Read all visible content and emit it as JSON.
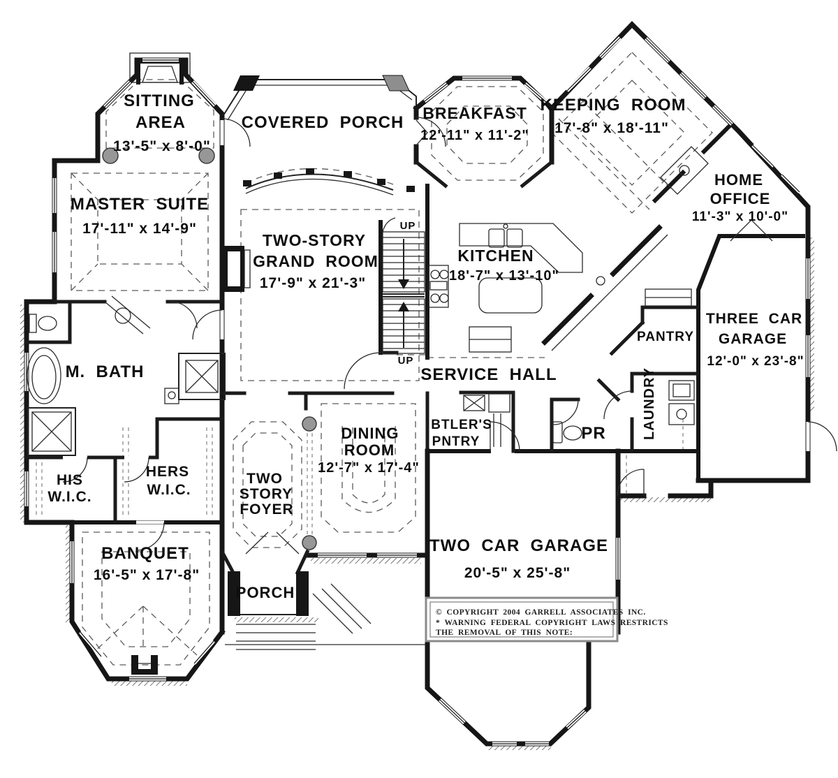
{
  "plan": {
    "rooms": [
      {
        "id": "sitting-area",
        "lines": [
          "SITTING",
          "AREA"
        ],
        "dims": "13'-5\" x 8'-0\""
      },
      {
        "id": "master-suite",
        "lines": [
          "MASTER  SUITE"
        ],
        "dims": "17'-11\" x 14'-9\""
      },
      {
        "id": "covered-porch",
        "lines": [
          "COVERED  PORCH"
        ],
        "dims": ""
      },
      {
        "id": "breakfast",
        "lines": [
          "BREAKFAST"
        ],
        "dims": "12'-11\" x 11'-2\""
      },
      {
        "id": "keeping-room",
        "lines": [
          "KEEPING  ROOM"
        ],
        "dims": "17'-8\" x 18'-11\""
      },
      {
        "id": "home-office",
        "lines": [
          "HOME",
          "OFFICE"
        ],
        "dims": "11'-3\" x 10'-0\""
      },
      {
        "id": "grand-room",
        "lines": [
          "TWO-STORY",
          "GRAND  ROOM"
        ],
        "dims": "17'-9\" x 21'-3\""
      },
      {
        "id": "kitchen",
        "lines": [
          "KITCHEN"
        ],
        "dims": "18'-7\" x 13'-10\""
      },
      {
        "id": "three-car-garage",
        "lines": [
          "THREE  CAR",
          "GARAGE"
        ],
        "dims": "12'-0\" x 23'-8\""
      },
      {
        "id": "pantry",
        "lines": [
          "PANTRY"
        ],
        "dims": ""
      },
      {
        "id": "laundry",
        "lines": [
          "LAUNDRY"
        ],
        "dims": ""
      },
      {
        "id": "powder-room",
        "lines": [
          "PR"
        ],
        "dims": ""
      },
      {
        "id": "service-hall",
        "lines": [
          "SERVICE  HALL"
        ],
        "dims": ""
      },
      {
        "id": "master-bath",
        "lines": [
          "M.  BATH"
        ],
        "dims": ""
      },
      {
        "id": "his-wic",
        "lines": [
          "HIS",
          "W.I.C."
        ],
        "dims": ""
      },
      {
        "id": "hers-wic",
        "lines": [
          "HERS",
          "W.I.C."
        ],
        "dims": ""
      },
      {
        "id": "dining-room",
        "lines": [
          "DINING",
          "ROOM"
        ],
        "dims": "12'-7\" x 17'-4\""
      },
      {
        "id": "butlers-pantry",
        "lines": [
          "BTLER'S",
          "PNTRY"
        ],
        "dims": ""
      },
      {
        "id": "foyer",
        "lines": [
          "TWO",
          "STORY",
          "FOYER"
        ],
        "dims": ""
      },
      {
        "id": "banquet",
        "lines": [
          "BANQUET"
        ],
        "dims": "16'-5\" x 17'-8\""
      },
      {
        "id": "porch",
        "lines": [
          "PORCH"
        ],
        "dims": ""
      },
      {
        "id": "two-car-garage",
        "lines": [
          "TWO  CAR  GARAGE"
        ],
        "dims": "20'-5\" x 25'-8\""
      }
    ],
    "stair_labels": [
      "UP",
      "UP"
    ],
    "copyright": {
      "line1": "©  COPYRIGHT  2004  GARRELL  ASSOCIATES  INC.",
      "line2": "*  WARNING  FEDERAL  COPYRIGHT  LAWS  RESTRICTS",
      "line3": "THE  REMOVAL  OF  THIS  NOTE:"
    },
    "colors": {
      "walls": "#161616",
      "background": "#ffffff",
      "column_dot": "#979797",
      "corner_block": "#8e8e8e"
    }
  }
}
